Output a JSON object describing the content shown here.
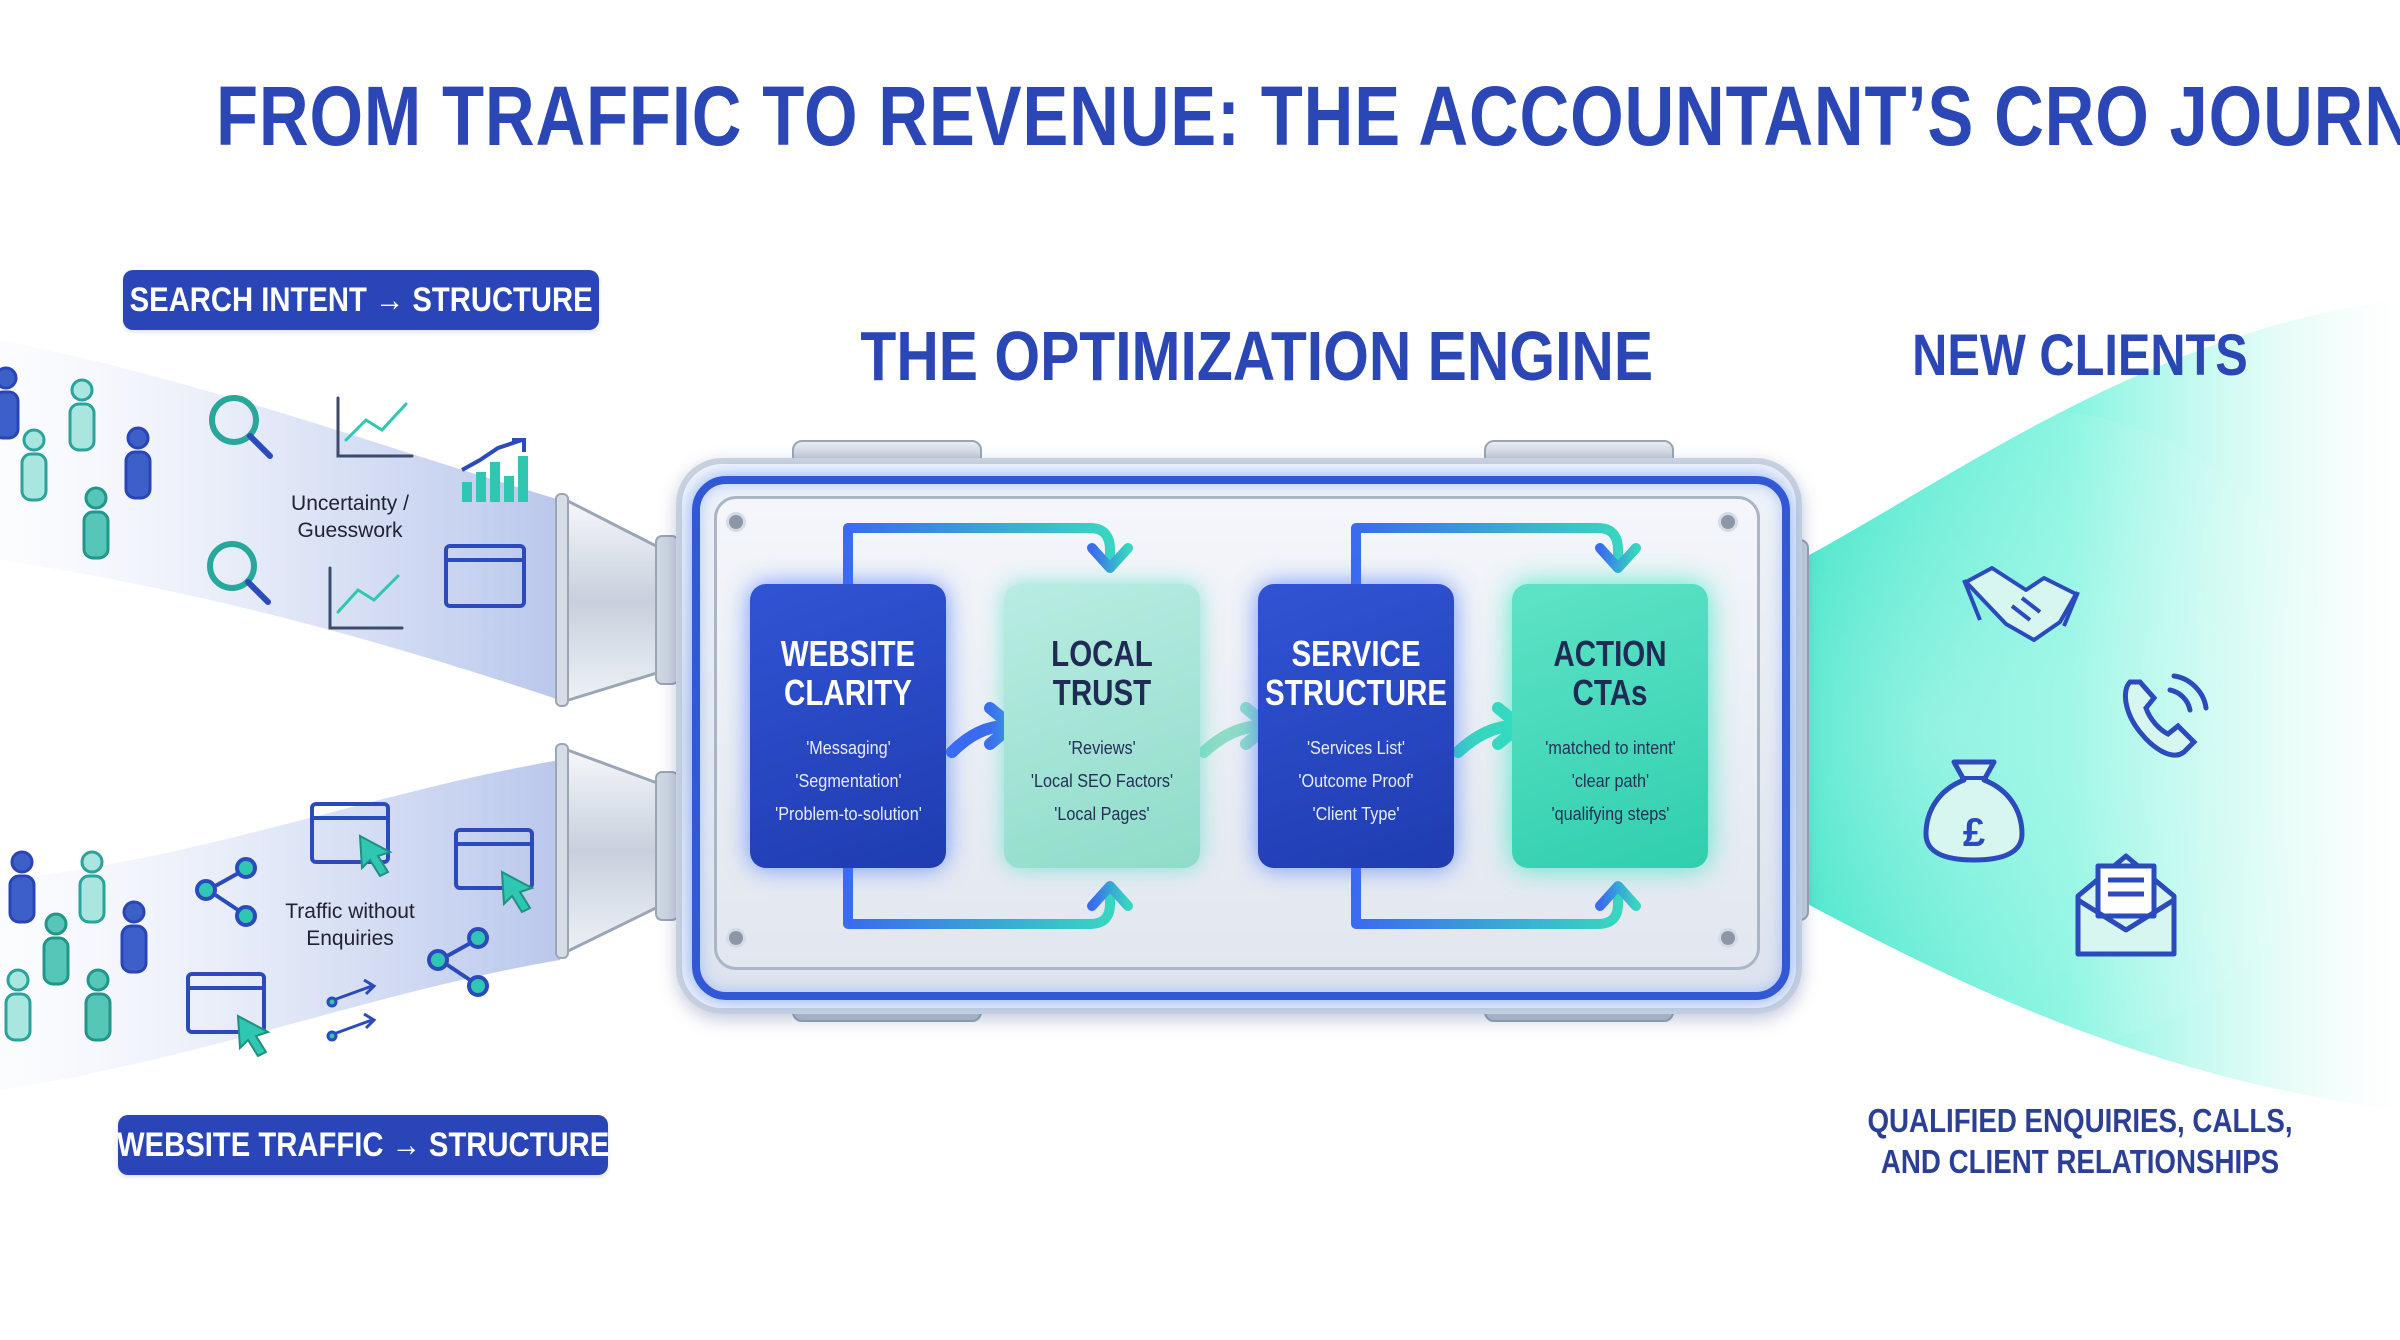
{
  "title": "FROM TRAFFIC TO REVENUE: THE ACCOUNTANT’S CRO JOURNEY",
  "left": {
    "top_pill": "SEARCH INTENT → STRUCTURE",
    "bottom_pill": "WEBSITE TRAFFIC → STRUCTURE",
    "label_top": [
      "Uncertainty /",
      "Guesswork"
    ],
    "label_bottom": [
      "Traffic without",
      "Enquiries"
    ]
  },
  "engine": {
    "title": "THE OPTIMIZATION ENGINE",
    "stages": [
      {
        "title": [
          "WEBSITE",
          "CLARITY"
        ],
        "items": [
          "'Messaging'",
          "'Segmentation'",
          "'Problem-to-solution'"
        ]
      },
      {
        "title": [
          "LOCAL",
          "TRUST"
        ],
        "items": [
          "'Reviews'",
          "'Local SEO Factors'",
          "'Local Pages'"
        ]
      },
      {
        "title": [
          "SERVICE",
          "STRUCTURE"
        ],
        "items": [
          "'Services List'",
          "'Outcome Proof'",
          "'Client Type'"
        ]
      },
      {
        "title": [
          "ACTION",
          "CTAs"
        ],
        "items": [
          "'matched to intent'",
          "'clear path'",
          "'qualifying steps'"
        ]
      }
    ]
  },
  "right": {
    "title": "NEW CLIENTS",
    "icons": [
      "handshake-icon",
      "phone-icon",
      "money-bag-icon",
      "envelope-icon"
    ],
    "result_lines": [
      "QUALIFIED ENQUIRIES, CALLS,",
      "AND CLIENT RELATIONSHIPS"
    ]
  },
  "colors": {
    "primary_blue": "#2a45b8",
    "teal": "#2fe0c0",
    "icon_teal": "#27b8a6",
    "icon_blue": "#2b4bbd"
  }
}
